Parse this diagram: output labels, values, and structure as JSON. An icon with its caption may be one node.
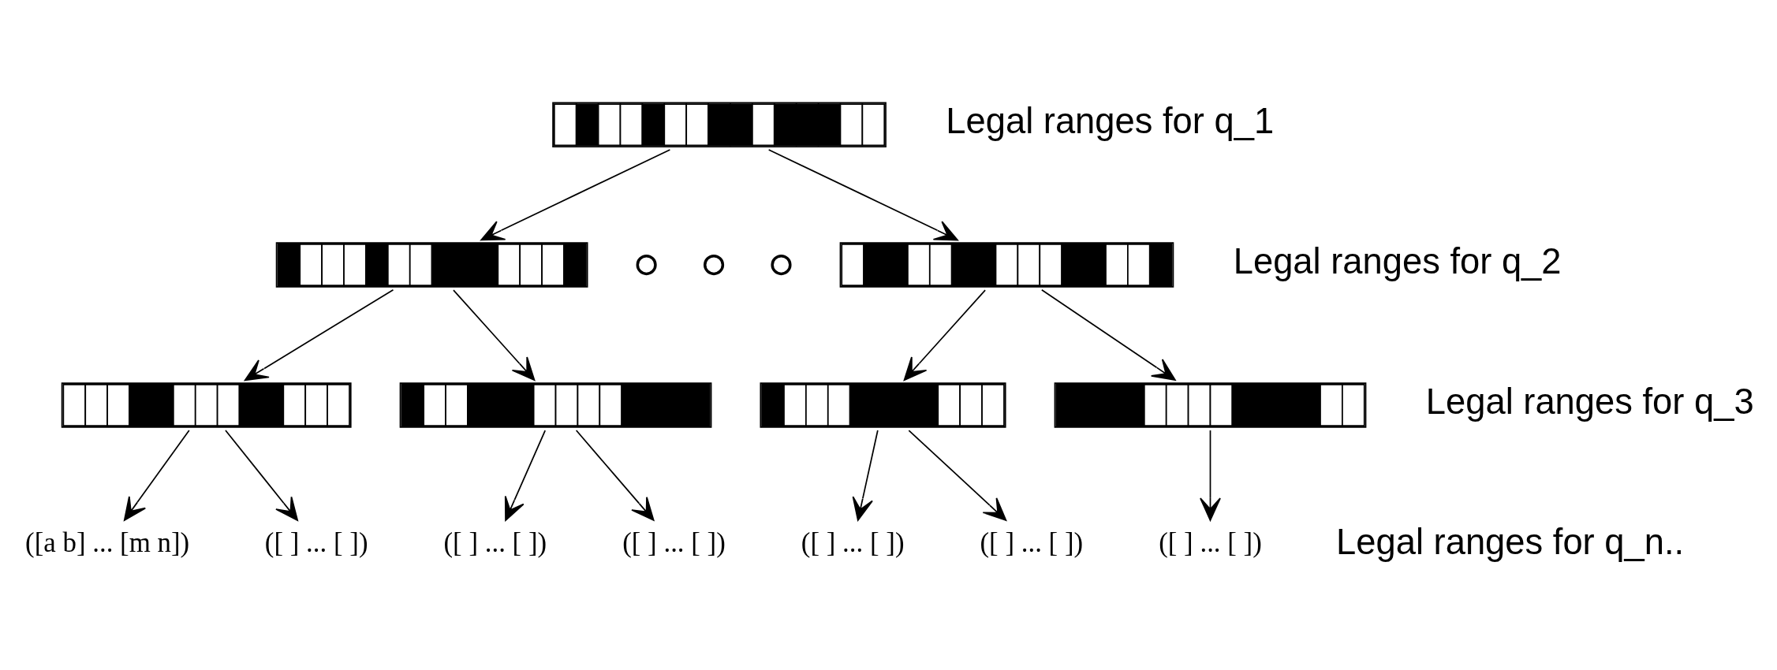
{
  "diagram": {
    "nodes": [
      {
        "text": [],
        "shape": "bar"
      },
      {
        "text": [],
        "shape": "bar"
      },
      {
        "text": [],
        "shape": "circle"
      },
      {
        "text": [],
        "shape": "circle"
      },
      {
        "text": [],
        "shape": "circle"
      },
      {
        "text": [],
        "shape": "bar"
      },
      {
        "text": [],
        "shape": "bar"
      },
      {
        "text": [],
        "shape": "bar"
      },
      {
        "text": [],
        "shape": "bar"
      },
      {
        "text": [],
        "shape": "bar"
      },
      {
        "text": [
          "([a b] ... [m n])"
        ]
      },
      {
        "text": [
          "([ ] ... [ ])"
        ]
      },
      {
        "text": [
          "([ ] ... [ ])"
        ]
      },
      {
        "text": [
          "([ ] ... [ ])"
        ]
      },
      {
        "text": [
          "([ ] ... [ ])"
        ]
      },
      {
        "text": [
          "([ ] ... [ ])"
        ]
      },
      {
        "text": [
          "([ ] ... [ ])"
        ]
      }
    ],
    "edges": [
      {
        "from": 0,
        "to": 1,
        "arrow": "to"
      },
      {
        "from": 0,
        "to": 5,
        "arrow": "to"
      },
      {
        "from": 1,
        "to": 6,
        "arrow": "to"
      },
      {
        "from": 1,
        "to": 7,
        "arrow": "to"
      },
      {
        "from": 5,
        "to": 8,
        "arrow": "to"
      },
      {
        "from": 5,
        "to": 9,
        "arrow": "to"
      },
      {
        "from": 6,
        "to": 10,
        "arrow": "to"
      },
      {
        "from": 6,
        "to": 11,
        "arrow": "to"
      },
      {
        "from": 7,
        "to": 12,
        "arrow": "to"
      },
      {
        "from": 7,
        "to": 13,
        "arrow": "to"
      },
      {
        "from": 8,
        "to": 14,
        "arrow": "to"
      },
      {
        "from": 8,
        "to": 15,
        "arrow": "to"
      },
      {
        "from": 9,
        "to": 16,
        "arrow": "to"
      }
    ],
    "labels": [
      "Legal ranges for q_1",
      "Legal ranges for q_2",
      "Legal ranges for q_3",
      "Legal ranges for q_n.."
    ]
  }
}
